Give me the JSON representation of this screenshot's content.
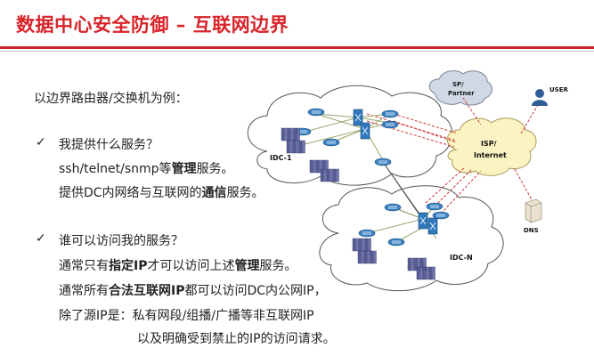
{
  "slide": {
    "title": "数据中心安全防御 – 互联网边界",
    "intro": "以边界路由器/交换机为例：",
    "q1": "我提供什么服务？",
    "q1_l1_a": "ssh/telnet/snmp等",
    "q1_l1_b": "管理",
    "q1_l1_c": "服务。",
    "q1_l2_a": "提供DC内网络与互联网的",
    "q1_l2_b": "通信",
    "q1_l2_c": "服务。",
    "q2": "谁可以访问我的服务？",
    "q2_l1_a": "通常只有",
    "q2_l1_b": "指定IP",
    "q2_l1_c": "才可以访问上述",
    "q2_l1_d": "管理",
    "q2_l1_e": "服务。",
    "q2_l2_a": "通常所有",
    "q2_l2_b": "合法互联网IP",
    "q2_l2_c": "都可以访问DC内公网IP，",
    "q2_l3": "除了源IP是：私有网段/组播/广播等非互联网IP",
    "q2_l4": "以及明确受到禁止的IP的访问请求。",
    "check_mark": "✓"
  },
  "diagram": {
    "cloud_idc1": "IDC-1",
    "cloud_idcn": "IDC-N",
    "cloud_sp": "SP/\nPartner",
    "cloud_sp_l1": "SP/",
    "cloud_sp_l2": "Partner",
    "cloud_isp_l1": "ISP/",
    "cloud_isp_l2": "Internet",
    "user_label": "USER",
    "dns_label": "DNS",
    "colors": {
      "idc_cloud": "#ffffff",
      "sp_cloud": "#cfd8e4",
      "isp_cloud": "#fbf3c1",
      "device": "#3a7fc1",
      "server": "#6a6fa8",
      "dash": "#d03434",
      "link": "#9aa56a"
    }
  }
}
